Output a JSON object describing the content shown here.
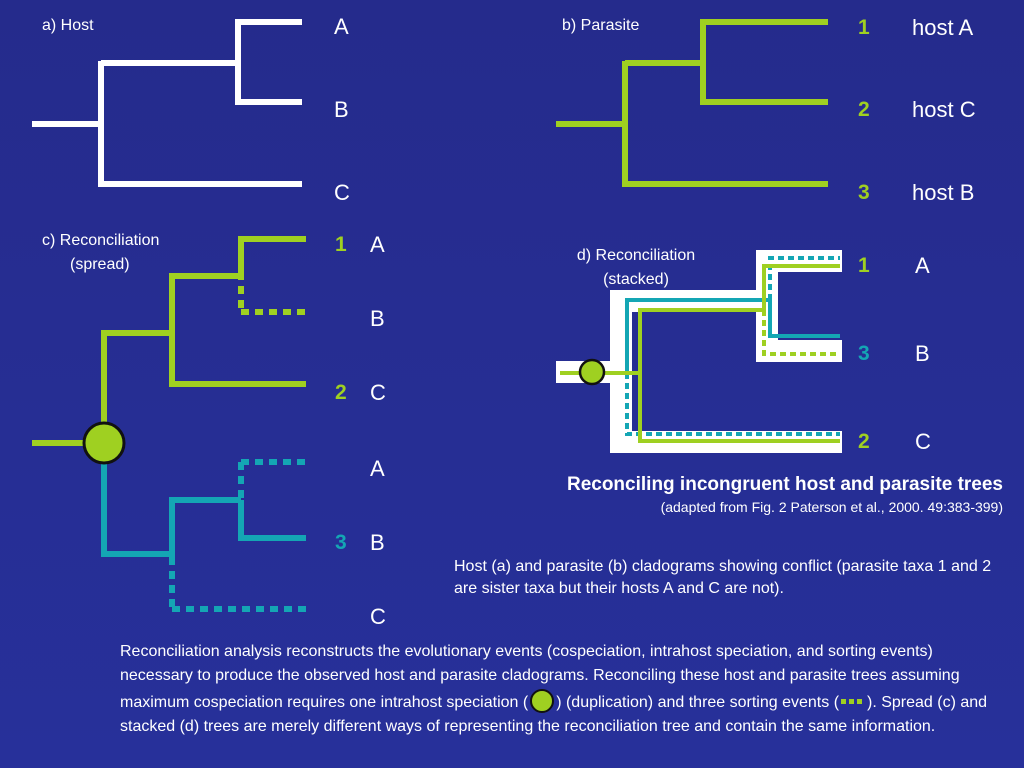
{
  "panels": {
    "a": {
      "label": "a) Host",
      "leaves": [
        "A",
        "B",
        "C"
      ]
    },
    "b": {
      "label": "b) Parasite",
      "numbers": [
        "1",
        "2",
        "3"
      ],
      "hosts": [
        "host A",
        "host C",
        "host B"
      ]
    },
    "c": {
      "label_line1": "c) Reconciliation",
      "label_line2": "(spread)",
      "leaves": [
        "A",
        "B",
        "C",
        "A",
        "B",
        "C"
      ],
      "numbers": [
        "1",
        "2",
        "3"
      ]
    },
    "d": {
      "label_line1": "d) Reconciliation",
      "label_line2": "(stacked)",
      "numbers": [
        "1",
        "3",
        "2"
      ],
      "leaves": [
        "A",
        "B",
        "C"
      ]
    }
  },
  "title": "Reconciling incongruent host and parasite trees",
  "subtitle": "(adapted from Fig. 2 Paterson et al., 2000. 49:383-399)",
  "caption1": "Host (a) and parasite (b) cladograms showing conflict (parasite taxa 1 and 2 are sister taxa but their hosts A and C are not).",
  "caption2": {
    "part1": "Reconciliation analysis reconstructs the evolutionary events (cospeciation, intrahost speciation, and sorting events) necessary to produce the observed host and parasite cladograms. Reconciling these host and parasite trees assuming maximum cospeciation requires one intrahost speciation (",
    "part2": ") (duplication) and three sorting events (",
    "part3": ").  Spread (c) and stacked (d) trees are merely different ways of representing the reconciliation tree and contain the same information."
  },
  "colors": {
    "background": "#262d92",
    "host": "#ffffff",
    "parasite_green": "#9fd021",
    "parasite_teal": "#14a6b4",
    "node_outline": "#111111"
  },
  "icons": {
    "duplication": "green-circle-node",
    "sorting": "dashed-line"
  }
}
